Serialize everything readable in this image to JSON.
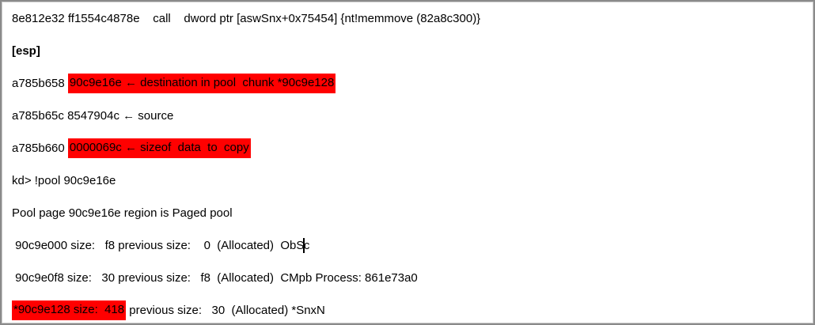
{
  "colors": {
    "highlight_red": "#ff0000",
    "text_black": "#000000",
    "background_white": "#ffffff",
    "border_gray": "#8a8a8a"
  },
  "debugger_output": {
    "lines": [
      {
        "name": "disasm-call-line",
        "segments": [
          {
            "text": "8e812e32 ff1554c4878e    call    dword ptr [aswSnx+0x75454] {nt!memmove (82a8c300)}"
          }
        ]
      },
      {
        "name": "esp-label-line",
        "segments": [
          {
            "text": "[esp]",
            "bold": true
          }
        ]
      },
      {
        "name": "stack-arg-destination-line",
        "segments": [
          {
            "text": "a785b658 "
          },
          {
            "text": "90c9e16e ← destination in pool  chunk *90c9e128",
            "highlight": true
          }
        ]
      },
      {
        "name": "stack-arg-source-line",
        "segments": [
          {
            "text": "a785b65c 8547904c ← source"
          }
        ]
      },
      {
        "name": "stack-arg-size-line",
        "segments": [
          {
            "text": "a785b660 "
          },
          {
            "text": "0000069c ← sizeof  data  to  copy",
            "highlight": true
          }
        ]
      },
      {
        "name": "kd-pool-command-line",
        "segments": [
          {
            "text": "kd> !pool 90c9e16e"
          }
        ]
      },
      {
        "name": "pool-page-region-line",
        "segments": [
          {
            "text": "Pool page 90c9e16e region is Paged pool"
          }
        ]
      },
      {
        "name": "pool-chunk-obsc-line",
        "segments": [
          {
            "text": " 90c9e000 size:   f8 previous size:    0  (Allocated)  ObS"
          },
          {
            "cursor": true
          },
          {
            "text": "c"
          }
        ]
      },
      {
        "name": "pool-chunk-cmpb-line",
        "segments": [
          {
            "text": " 90c9e0f8 size:   30 previous size:   f8  (Allocated)  CMpb Process: 861e73a0"
          }
        ]
      },
      {
        "name": "pool-chunk-snxn-line",
        "segments": [
          {
            "text": "*90c9e128 size:  418",
            "highlight": true
          },
          {
            "text": " previous size:   30  (Allocated) *SnxN"
          }
        ]
      }
    ]
  }
}
